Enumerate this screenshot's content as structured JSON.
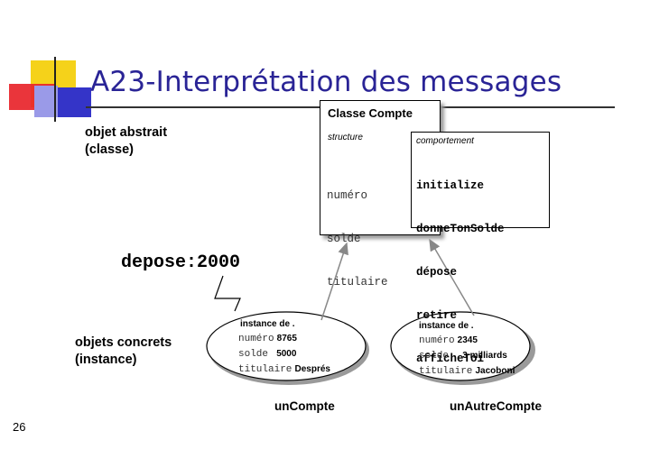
{
  "slide": {
    "title": "A23-Interprétation des messages",
    "page_number": "26"
  },
  "labels": {
    "abstract_line1": "objet abstrait",
    "abstract_line2": "(classe)",
    "concrete_line1": "objets concrets",
    "concrete_line2": "(instance)"
  },
  "class_box": {
    "title": "Classe Compte",
    "structure_label": "structure",
    "attributes": [
      "numéro",
      "solde",
      "titulaire"
    ],
    "behaviour_label": "comportement",
    "methods": [
      "initialize",
      "donneTonSolde",
      "dépose",
      "retire",
      "afficheToi"
    ]
  },
  "message": "depose:2000",
  "instances": [
    {
      "header": "instance de .",
      "numero_key": "numéro",
      "numero_val": "8765",
      "solde_key": "solde",
      "solde_val": "5000",
      "titulaire_key": "titulaire",
      "titulaire_val": "Després",
      "name": "unCompte"
    },
    {
      "header": "instance de .",
      "numero_key": "numéro",
      "numero_val": "2345",
      "solde_key": "solde",
      "solde_val": "3 milliards",
      "titulaire_key": "titulaire",
      "titulaire_val": "Jacoboni",
      "name": "unAutreCompte"
    }
  ],
  "colors": {
    "title": "#2a2496",
    "deco_yellow": "#f5d21a",
    "deco_red": "#e8242a",
    "deco_blue": "#3434c8",
    "deco_lightblue": "#9a9ae8"
  }
}
